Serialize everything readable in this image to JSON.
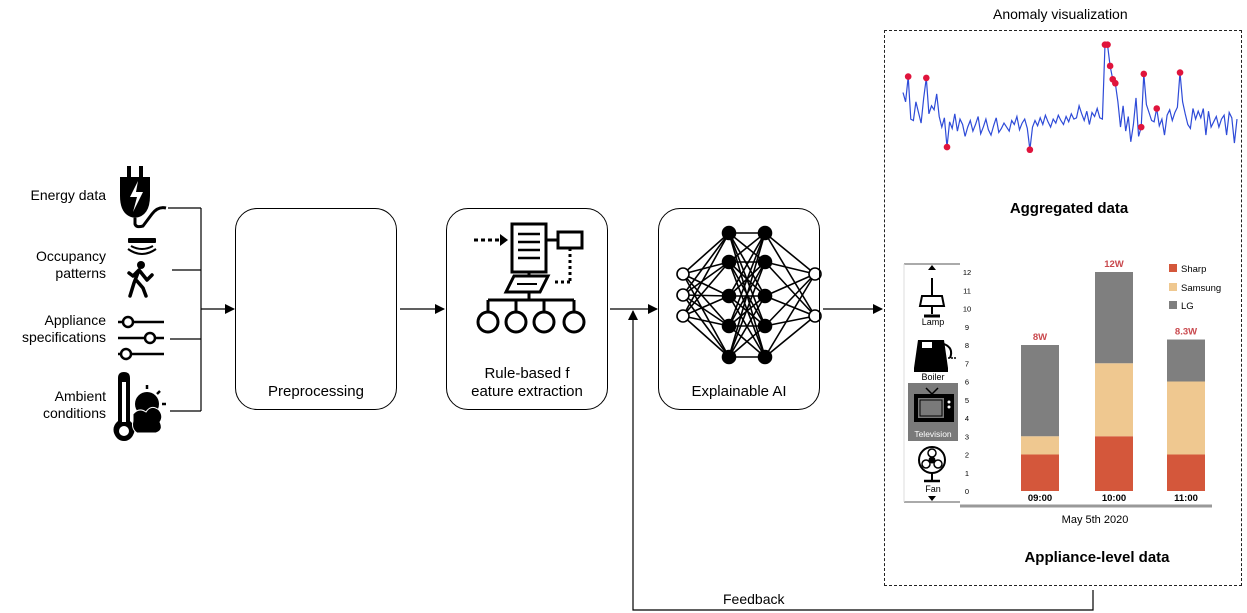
{
  "inputs": [
    {
      "label": "Energy data",
      "icon": "plug-icon"
    },
    {
      "label": "Occupancy\npatterns",
      "icon": "person-sensor-icon"
    },
    {
      "label": "Appliance\nspecifications",
      "icon": "sliders-icon"
    },
    {
      "label": "Ambient\nconditions",
      "icon": "thermometer-sun-icon"
    }
  ],
  "stages": [
    {
      "label": "Preprocessing",
      "icon": "gears-icon"
    },
    {
      "label": "Rule-based f\neature extraction",
      "icon": "feature-extraction-icon"
    },
    {
      "label": "Explainable AI",
      "icon": "neural-network-icon"
    }
  ],
  "feedback_label": "Feedback",
  "panel": {
    "title": "Anomaly visualization",
    "aggregated_title": "Aggregated data",
    "appliance_title": "Appliance-level data"
  },
  "appliances": [
    {
      "label": "Lamp",
      "icon": "lamp-icon",
      "selected": false
    },
    {
      "label": "Boiler",
      "icon": "kettle-icon",
      "selected": false
    },
    {
      "label": "Television",
      "icon": "tv-icon",
      "selected": true
    },
    {
      "label": "Fan",
      "icon": "fan-icon",
      "selected": false
    }
  ],
  "colors": {
    "sharp": "#d4573b",
    "samsung": "#efc890",
    "lg": "#7f7f7f",
    "line": "#2e4bd8",
    "anomaly": "#e0143c",
    "total_label": "#c9484d",
    "selected_bg": "#7a7a7a"
  },
  "chart_data": [
    {
      "type": "line",
      "title": "Aggregated data",
      "description": "Aggregated energy time series with anomalies marked",
      "series": [
        {
          "values": [
            0.62,
            0.55,
            0.74,
            0.42,
            0.41,
            0.55,
            0.47,
            0.39,
            0.58,
            0.73,
            0.46,
            0.52,
            0.49,
            0.61,
            0.44,
            0.36,
            0.43,
            0.21,
            0.4,
            0.35,
            0.46,
            0.33,
            0.42,
            0.38,
            0.29,
            0.36,
            0.41,
            0.33,
            0.38,
            0.44,
            0.31,
            0.36,
            0.42,
            0.34,
            0.3,
            0.37,
            0.43,
            0.32,
            0.35,
            0.39,
            0.36,
            0.33,
            0.41,
            0.38,
            0.44,
            0.34,
            0.39,
            0.42,
            0.35,
            0.19,
            0.36,
            0.41,
            0.37,
            0.43,
            0.38,
            0.45,
            0.4,
            0.36,
            0.42,
            0.39,
            0.45,
            0.41,
            0.38,
            0.44,
            0.4,
            0.46,
            0.42,
            0.43,
            0.52,
            0.46,
            0.41,
            0.48,
            0.38,
            0.47,
            0.44,
            0.5,
            0.43,
            0.42,
            0.98,
            0.98,
            0.82,
            0.72,
            0.69,
            0.55,
            0.36,
            0.52,
            0.33,
            0.44,
            0.25,
            0.38,
            0.58,
            0.29,
            0.36,
            0.76,
            0.53,
            0.47,
            0.41,
            0.4,
            0.5,
            0.37,
            0.42,
            0.3,
            0.45,
            0.49,
            0.41,
            0.47,
            0.51,
            0.77,
            0.55,
            0.46,
            0.38,
            0.35,
            0.5,
            0.42,
            0.48,
            0.43,
            0.5,
            0.3,
            0.48,
            0.36,
            0.4,
            0.44,
            0.36,
            0.42,
            0.45,
            0.3,
            0.47,
            0.43,
            0.24,
            0.42
          ]
        }
      ],
      "anomaly_indices": [
        2,
        9,
        17,
        49,
        78,
        79,
        80,
        81,
        82,
        92,
        93,
        98,
        107
      ]
    },
    {
      "type": "bar",
      "title": "Appliance-level data",
      "xlabel": "May 5th 2020",
      "categories": [
        "09:00",
        "10:00",
        "11:00"
      ],
      "ylim": [
        0,
        12
      ],
      "yticks": [
        "0",
        "1",
        "2",
        "3",
        "4",
        "5",
        "6",
        "7",
        "8",
        "9",
        "10",
        "11",
        "12"
      ],
      "legend": [
        "Sharp",
        "Samsung",
        "LG"
      ],
      "series": [
        {
          "name": "Sharp",
          "values": [
            2,
            3,
            2
          ]
        },
        {
          "name": "Samsung",
          "values": [
            1,
            4,
            4
          ]
        },
        {
          "name": "LG",
          "values": [
            5,
            5,
            2.3
          ]
        }
      ],
      "totals": [
        "8W",
        "12W",
        "8.3W"
      ]
    }
  ]
}
